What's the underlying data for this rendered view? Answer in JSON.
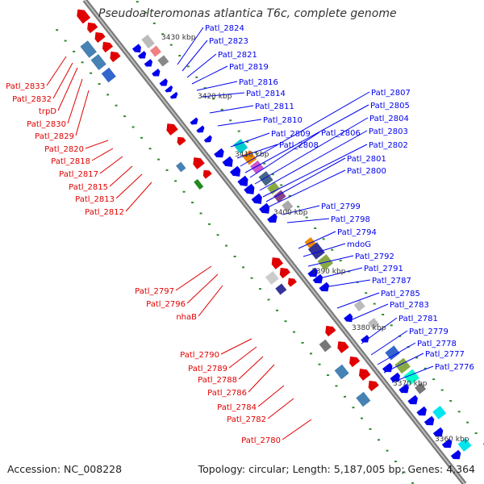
{
  "title": "Pseudoalteromonas atlantica T6c, complete genome",
  "accession": "Accession: NC_008228",
  "footer": "Topology: circular; Length: 5,187,005 bp; Genes: 4,364",
  "colors": {
    "forward_gene": "#0000ee",
    "reverse_gene": "#e00000",
    "backbone": "#888888",
    "gc_marks": "#2e8b2e"
  },
  "scale_labels": [
    "3430 kbp",
    "3420 kbp",
    "3410 kbp",
    "3400 kbp",
    "3390 kbp",
    "3380 kbp",
    "3370 kbp",
    "3360 kbp"
  ],
  "right_labels": [
    "Patl_2824",
    "Patl_2823",
    "Patl_2821",
    "Patl_2819",
    "Patl_2816",
    "Patl_2814",
    "Patl_2811",
    "Patl_2810",
    "Patl_2809",
    "Patl_2808",
    "Patl_2807",
    "Patl_2805",
    "Patl_2806",
    "Patl_2804",
    "Patl_2803",
    "Patl_2802",
    "Patl_2801",
    "Patl_2800",
    "Patl_2799",
    "Patl_2798",
    "Patl_2794",
    "mdoG",
    "Patl_2792",
    "Patl_2791",
    "Patl_2787",
    "Patl_2785",
    "Patl_2783",
    "Patl_2781",
    "Patl_2779",
    "Patl_2778",
    "Patl_2777",
    "Patl_2776"
  ],
  "left_labels": [
    "Patl_2833",
    "Patl_2832",
    "trpD",
    "Patl_2830",
    "Patl_2829",
    "Patl_2820",
    "Patl_2818",
    "Patl_2817",
    "Patl_2815",
    "Patl_2813",
    "Patl_2812",
    "Patl_2797",
    "Patl_2796",
    "nhaB",
    "Patl_2790",
    "Patl_2789",
    "Patl_2788",
    "Patl_2786",
    "Patl_2784",
    "Patl_2782",
    "Patl_2780"
  ]
}
